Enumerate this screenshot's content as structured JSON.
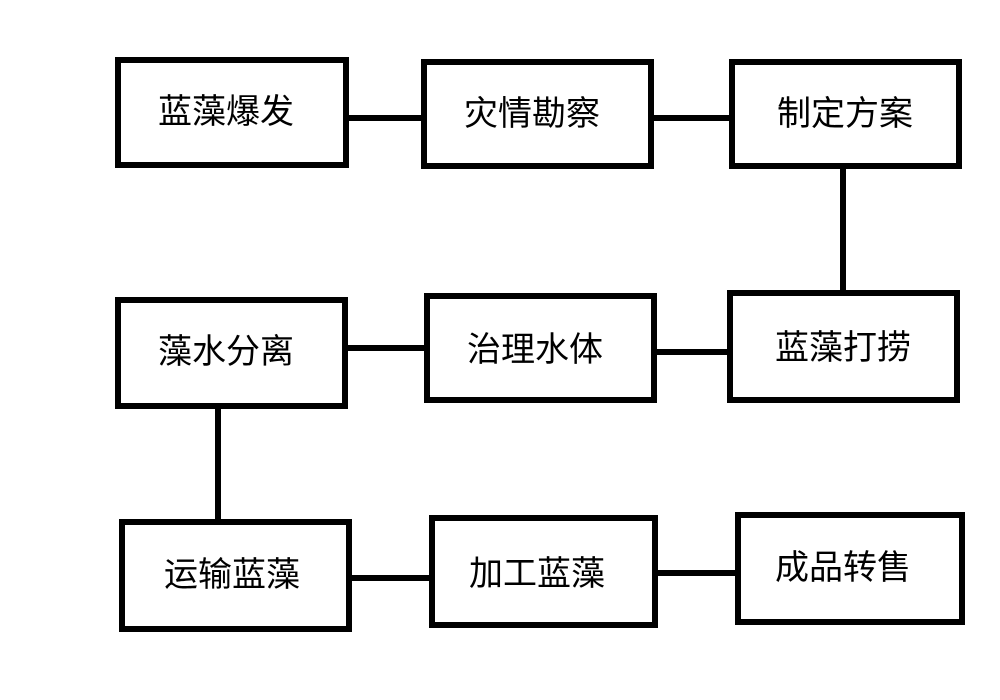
{
  "nodes": {
    "n1": "蓝藻爆发",
    "n2": "灾情勘察",
    "n3": "制定方案",
    "n4": "藻水分离",
    "n5": "治理水体",
    "n6": "蓝藻打捞",
    "n7": "运输蓝藻",
    "n8": "加工蓝藻",
    "n9": "成品转售"
  },
  "edges": [
    [
      "n1",
      "n2"
    ],
    [
      "n2",
      "n3"
    ],
    [
      "n3",
      "n6"
    ],
    [
      "n6",
      "n5"
    ],
    [
      "n5",
      "n4"
    ],
    [
      "n4",
      "n7"
    ],
    [
      "n7",
      "n8"
    ],
    [
      "n8",
      "n9"
    ]
  ],
  "colors": {
    "stroke": "#000000",
    "background": "#ffffff",
    "text": "#000000"
  }
}
